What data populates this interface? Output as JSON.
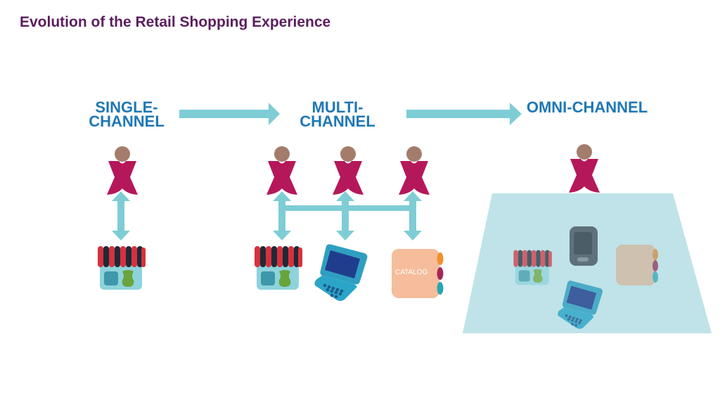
{
  "title": "Evolution of the Retail Shopping Experience",
  "stages": {
    "single": [
      "SINGLE-",
      "CHANNEL"
    ],
    "multi": [
      "MULTI-",
      "CHANNEL"
    ],
    "omni": [
      "OMNI-CHANNEL"
    ]
  },
  "catalog_text": "CATALOG",
  "colors": {
    "title": "#5b1e5e",
    "label": "#1f78b4",
    "arrow": "#7ecdd5",
    "person_body": "#b5185a",
    "person_head": "#a47c6b",
    "omni_area": "#bfe3e8"
  },
  "icons": [
    "person-icon",
    "store-icon",
    "laptop-icon",
    "catalog-icon",
    "phone-icon"
  ]
}
